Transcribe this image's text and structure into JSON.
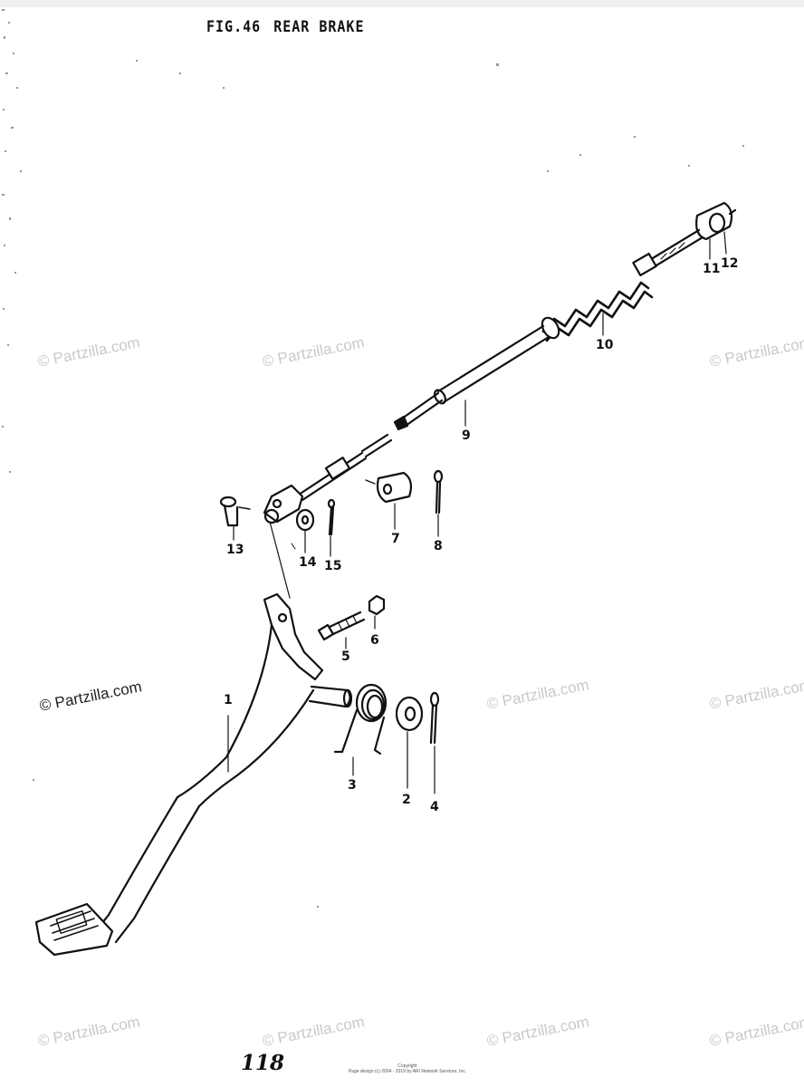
{
  "header": {
    "fig_label": "FIG.46",
    "title": "REAR BRAKE"
  },
  "callouts": {
    "c1": "1",
    "c2": "2",
    "c3": "3",
    "c4": "4",
    "c5": "5",
    "c6": "6",
    "c7": "7",
    "c8": "8",
    "c9": "9",
    "c10": "10",
    "c11": "11",
    "c12": "12",
    "c13": "13",
    "c14": "14",
    "c15": "15"
  },
  "watermark_text": "© Partzilla.com",
  "page_number": "118",
  "footer": {
    "line1": "Copyright",
    "line2": "Page design (c) 2004 - 2019 by ARI Network Services, Inc."
  }
}
